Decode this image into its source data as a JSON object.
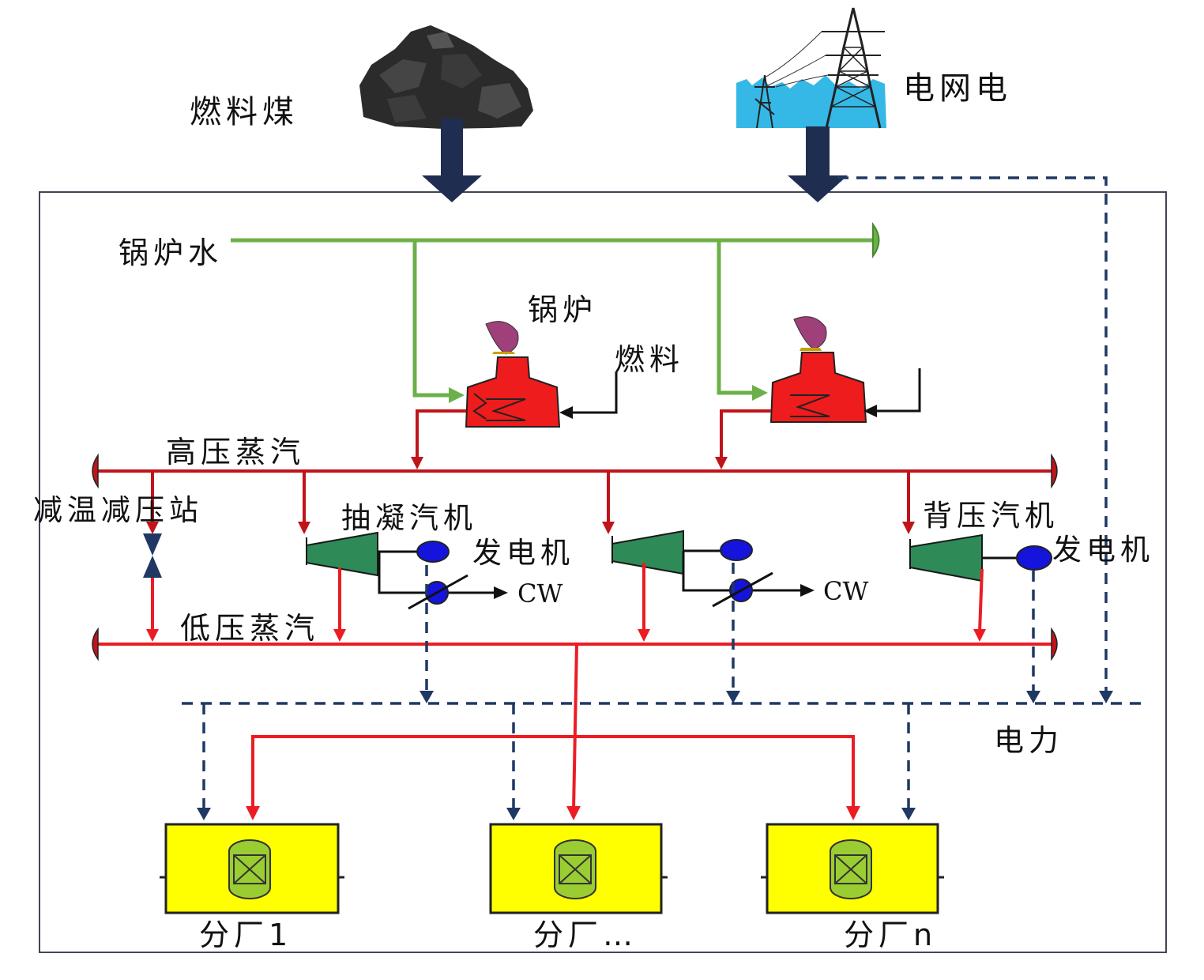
{
  "labels": {
    "fuel_coal": "燃料煤",
    "grid_power": "电网电",
    "boiler_water": "锅炉水",
    "boiler": "锅炉",
    "fuel": "燃料",
    "hp_steam": "高压蒸汽",
    "desuperheater_station": "减温减压站",
    "extraction_turbine": "抽凝汽机",
    "generator_1": "发电机",
    "backpressure_turbine": "背压汽机",
    "generator_2": "发电机",
    "cw_1": "CW",
    "cw_2": "CW",
    "lp_steam": "低压蒸汽",
    "power": "电力",
    "plant_1": "分厂1",
    "plant_dots": "分厂…",
    "plant_n": "分厂n"
  },
  "colors": {
    "boiler_water_line": "#6cb04a",
    "hp_steam_line": "#c0141b",
    "lp_steam_line": "#ec1c24",
    "power_line": "#1f3864",
    "boiler_body": "#ee1c1c",
    "turbine_body": "#2e8b57",
    "generator": "#1414dc",
    "plant_body": "#ffff00",
    "reactor": "#9acd32",
    "grid_sky": "#35b8e6"
  }
}
